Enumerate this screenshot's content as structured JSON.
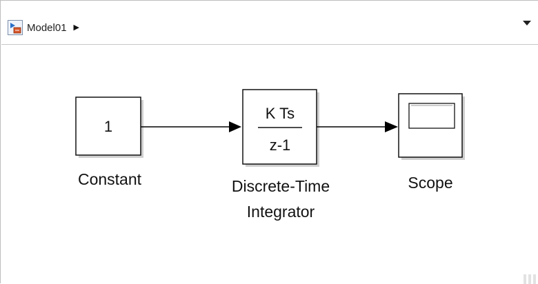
{
  "breadcrumb": {
    "model_icon": "simulink-model-icon",
    "model_name": "Model01",
    "separator": "▶",
    "dropdown_icon": "chevron-down-icon"
  },
  "blocks": {
    "constant": {
      "value": "1",
      "name": "Constant"
    },
    "integrator": {
      "numerator": "K Ts",
      "denominator": "z-1",
      "name_line1": "Discrete-Time",
      "name_line2": "Integrator"
    },
    "scope": {
      "name": "Scope"
    }
  },
  "colors": {
    "block_border": "#111111",
    "signal_line": "#000000",
    "shadow": "#cfcfcf"
  }
}
